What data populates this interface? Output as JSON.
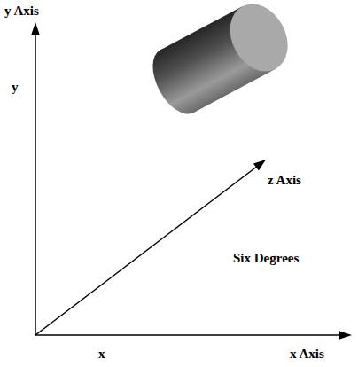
{
  "diagram": {
    "labels": [
      "y Axis",
      "z Axis",
      "y",
      "Six Degrees",
      "x",
      "x Axis"
    ]
  }
}
